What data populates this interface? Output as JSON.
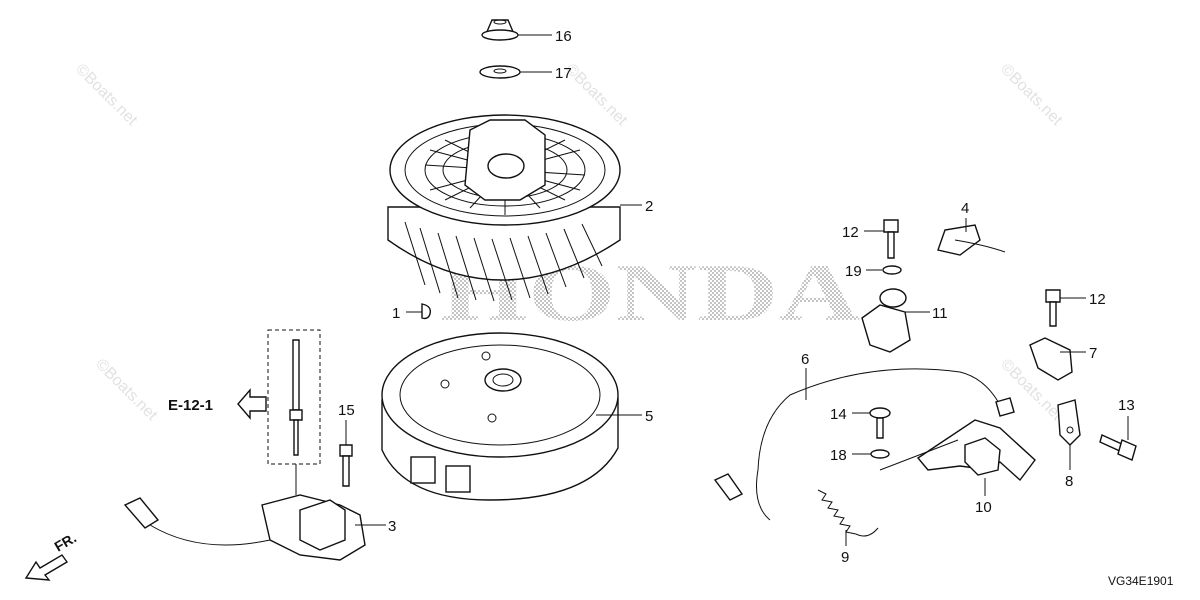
{
  "watermark_text": "©Boats.net",
  "brand_watermark": "HONDA",
  "direction_label": "FR.",
  "reference_label": "E-12-1",
  "diagram_code": "VG34E1901",
  "callouts": {
    "c1": "1",
    "c2": "2",
    "c3": "3",
    "c4": "4",
    "c5": "5",
    "c6": "6",
    "c7": "7",
    "c8": "8",
    "c9": "9",
    "c10": "10",
    "c11": "11",
    "c12a": "12",
    "c12b": "12",
    "c13": "13",
    "c14": "14",
    "c15": "15",
    "c16": "16",
    "c17": "17",
    "c18": "18",
    "c19": "19"
  }
}
